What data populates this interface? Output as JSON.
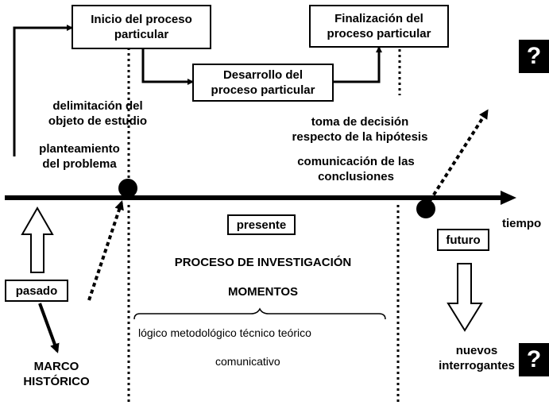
{
  "colors": {
    "ink": "#000000",
    "paper": "#ffffff"
  },
  "nodes": {
    "inicio": "Inicio del proceso\nparticular",
    "desarrollo": "Desarrollo del\nproceso particular",
    "finalizacion": "Finalización del\nproceso particular",
    "presente": "presente",
    "futuro": "futuro",
    "pasado": "pasado"
  },
  "labels": {
    "delimitacion": "delimitación del\nobjeto de estudio",
    "planteamiento": "planteamiento\ndel problema",
    "toma_decision": "toma de decisión\nrespecto de la hipótesis",
    "comunicacion": "comunicación de las\nconclusiones",
    "tiempo": "tiempo",
    "proceso": "PROCESO DE INVESTIGACIÓN",
    "momentos": "MOMENTOS",
    "momentos_lista": "lógico  metodológico técnico  teórico",
    "comunicativo": "comunicativo",
    "nuevos": "nuevos\ninterrogantes",
    "marco": "MARCO\nHISTÓRICO"
  },
  "icons": {
    "question_top": "?",
    "question_bottom": "?"
  }
}
